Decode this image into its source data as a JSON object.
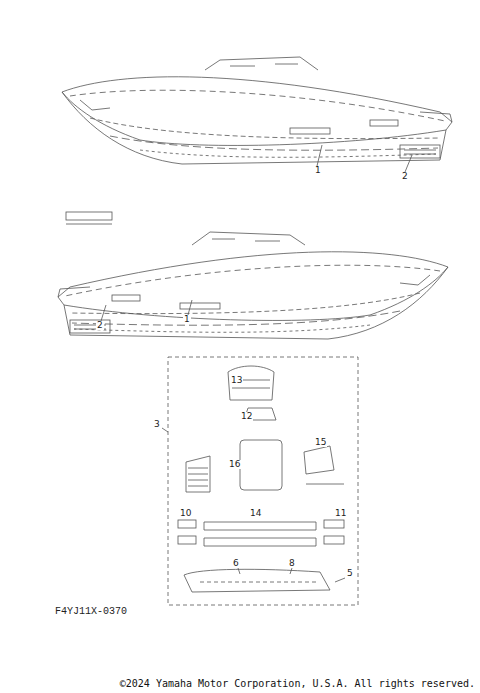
{
  "diagram": {
    "labels": [
      "1",
      "2",
      "1",
      "2",
      "3",
      "13",
      "12",
      "16",
      "15",
      "10",
      "14",
      "11",
      "6",
      "8",
      "5",
      "F4YJ11X-0370",
      "©2024 Yamaha Motor Corporation, U.S.A. All rights reserved."
    ]
  }
}
